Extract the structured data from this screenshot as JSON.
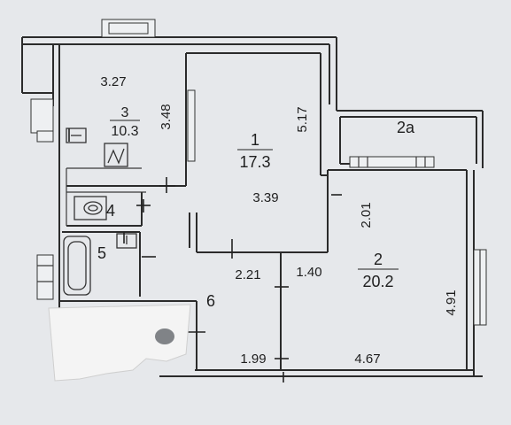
{
  "rooms": {
    "r1": {
      "number": "1",
      "area": "17.3"
    },
    "r2": {
      "number": "2",
      "area": "20.2"
    },
    "r2a": {
      "number": "2a"
    },
    "r3": {
      "number": "3",
      "area": "10.3"
    },
    "r4": {
      "number": "4"
    },
    "r5": {
      "number": "5"
    },
    "r6": {
      "number": "6"
    }
  },
  "dimensions": {
    "d_3_27": "3.27",
    "d_3_48": "3.48",
    "d_5_17": "5.17",
    "d_3_39": "3.39",
    "d_2_01": "2.01",
    "d_2_21": "2.21",
    "d_1_40": "1.40",
    "d_4_91": "4.91",
    "d_1_99": "1.99",
    "d_4_67": "4.67"
  },
  "colors": {
    "background": "#e6e8eb",
    "walls": "#2b2b2b",
    "paper_patch": "#f4f4f4"
  }
}
